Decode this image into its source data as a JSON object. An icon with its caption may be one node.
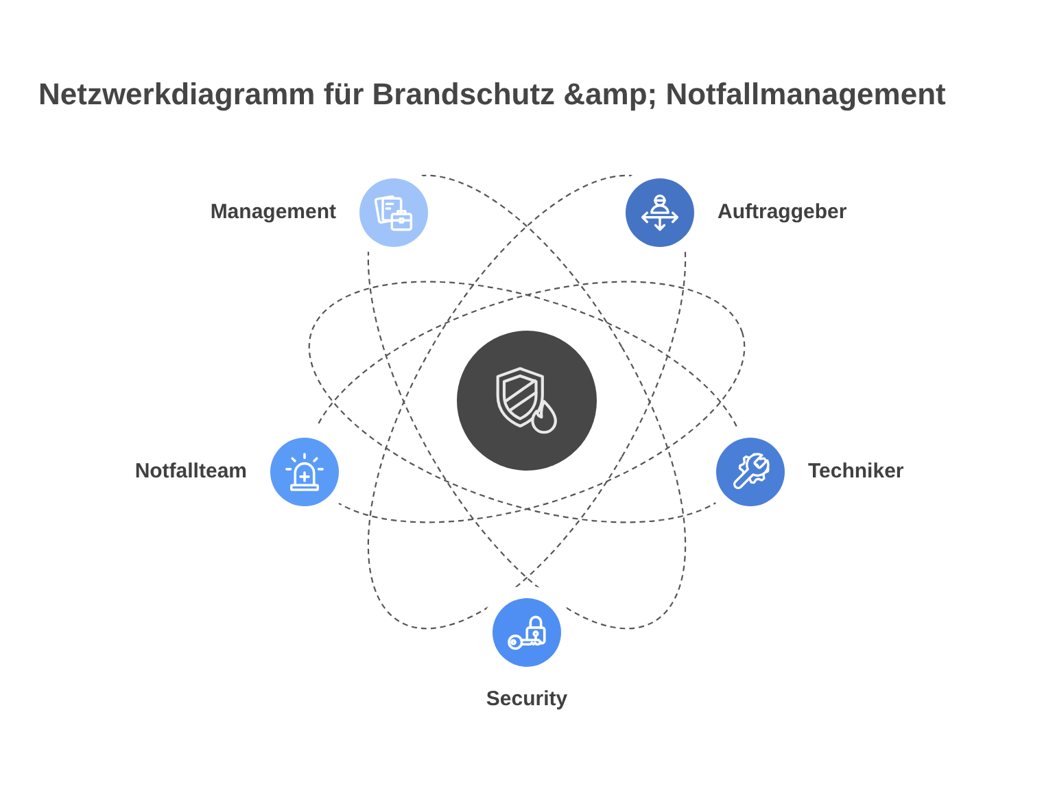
{
  "diagram": {
    "title": "Netzwerkdiagramm für Brandschutz &amp; Notfallmanagement",
    "nodes": [
      {
        "text": [
          "Management"
        ]
      },
      {
        "text": [
          "Auftraggeber"
        ]
      },
      {
        "text": [],
        "shape": "circle"
      },
      {
        "text": [
          "Notfallteam"
        ]
      },
      {
        "text": [
          "Techniker"
        ]
      },
      {
        "text": [
          "Security"
        ]
      }
    ]
  }
}
